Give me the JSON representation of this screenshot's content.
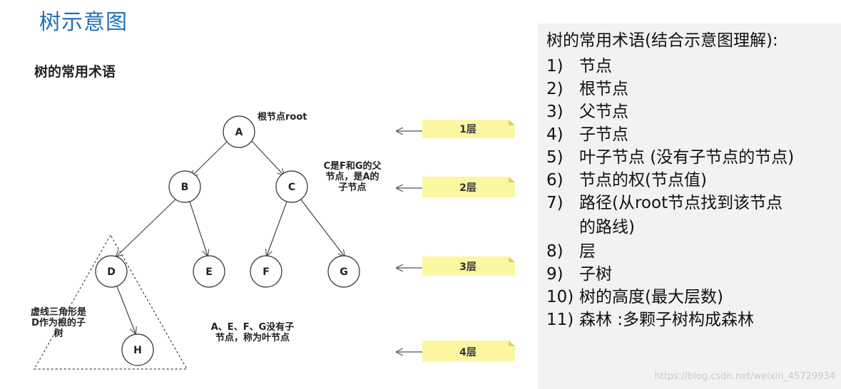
{
  "title": "树示意图",
  "subtitle": "树的常用术语",
  "tree": {
    "nodes": [
      "A",
      "B",
      "C",
      "D",
      "E",
      "F",
      "G",
      "H"
    ],
    "notes": {
      "root": "根节点root",
      "parent_lines": [
        "C是F和G的父",
        "节点，是A的",
        "子节点"
      ],
      "subtree_lines": [
        "虚线三角形是",
        "D作为根的子",
        "树"
      ],
      "leaf_lines": [
        "A、E、F、G没有子",
        "节点，称为叶节点"
      ]
    },
    "levels": [
      "1层",
      "2层",
      "3层",
      "4层"
    ]
  },
  "panel": {
    "title": "树的常用术语(结合示意图理解):",
    "items": [
      {
        "num": "1)",
        "text": "节点"
      },
      {
        "num": "2)",
        "text": "根节点"
      },
      {
        "num": "3)",
        "text": "父节点"
      },
      {
        "num": "4)",
        "text": "子节点"
      },
      {
        "num": "5)",
        "text": "叶子节点 (没有子节点的节点)"
      },
      {
        "num": "6)",
        "text": "节点的权(节点值)"
      },
      {
        "num": "7)",
        "text": "路径(从root节点找到该节点",
        "cont": "的路线)"
      },
      {
        "num": "8)",
        "text": "层"
      },
      {
        "num": "9)",
        "text": "子树"
      },
      {
        "num": "10)",
        "text": "树的高度(最大层数)"
      },
      {
        "num": "11)",
        "text": "森林 :多颗子树构成森林"
      }
    ]
  },
  "watermark": "https://blog.csdn.net/weixin_45729934"
}
